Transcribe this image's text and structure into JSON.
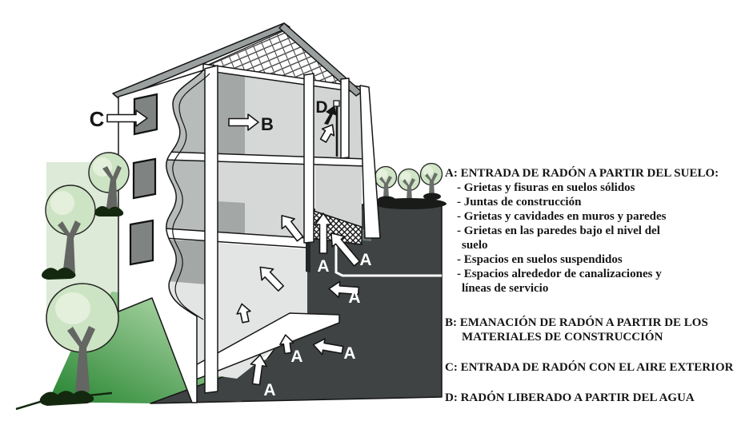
{
  "diagram": {
    "labels": {
      "a": "A",
      "b": "B",
      "c": "C",
      "d": "D"
    },
    "icons": [
      "radon-entry-arrow",
      "emanation-arrow",
      "outside-air-arrow",
      "water-faucet",
      "curly-radon-arrow",
      "tree",
      "crawl-space-hatch"
    ],
    "colors": {
      "soil": "#3f4343",
      "lawn_light": "#a6d2a0",
      "lawn_dark": "#2f8a39",
      "pale_green_wash": "#dcead7",
      "tree_foliage": "#cde4c4",
      "tree_highlight": "#e4f0dc",
      "trunk_gray": "#636663",
      "room_light": "#d5d8d7",
      "room_mid": "#b7bbba",
      "wall_dark": "#a3a7a6",
      "window_dark": "#7f8483",
      "roof_gray": "#9aa09f",
      "text": "#161616"
    }
  },
  "legend": {
    "blocks": [
      {
        "id": "a",
        "lines": [
          {
            "t": "A: ENTRADA DE RADÓN A PARTIR DEL SUELO:",
            "i": 0
          },
          {
            "t": "- Grietas y fisuras en suelos sólidos",
            "i": 1
          },
          {
            "t": "- Juntas de construcción",
            "i": 1
          },
          {
            "t": "- Grietas y cavidades en muros y paredes",
            "i": 1
          },
          {
            "t": "- Grietas en las paredes bajo el nivel del",
            "i": 1
          },
          {
            "t": "suelo",
            "i": 2
          },
          {
            "t": "- Espacios en suelos suspendidos",
            "i": 1
          },
          {
            "t": "- Espacios alrededor de canalizaciones y",
            "i": 1
          },
          {
            "t": "líneas de servicio",
            "i": 2
          }
        ]
      },
      {
        "id": "b",
        "lines": [
          {
            "t": "B: EMANACIÓN DE RADÓN A PARTIR DE LOS",
            "i": 0
          },
          {
            "t": "MATERIALES DE CONSTRUCCIÓN",
            "i": 2
          }
        ]
      },
      {
        "id": "c",
        "lines": [
          {
            "t": "C: ENTRADA DE RADÓN CON EL AIRE EXTERIOR",
            "i": 0
          }
        ]
      },
      {
        "id": "d",
        "lines": [
          {
            "t": "D: RADÓN LIBERADO A PARTIR DEL AGUA",
            "i": 0
          }
        ]
      }
    ]
  }
}
